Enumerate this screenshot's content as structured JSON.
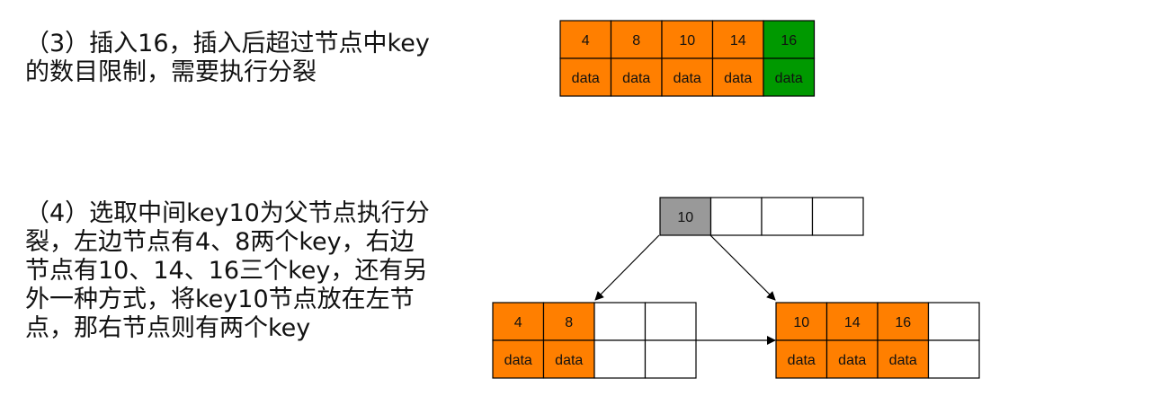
{
  "step3": {
    "text": "（3）插入16，插入后超过节点中key\n的数目限制，需要执行分裂"
  },
  "step4": {
    "text": "（4）选取中间key10为父节点执行分\n裂，左边节点有4、8两个key，右边\n节点有10、14、16三个key，还有另\n外一种方式，将key10节点放在左节\n点，那右节点则有两个key"
  },
  "colors": {
    "orange": "#FF7F00",
    "green": "#009900",
    "gray": "#999999",
    "border": "#000000",
    "empty": "#FFFFFF"
  },
  "overflow_node": {
    "keys": [
      "4",
      "8",
      "10",
      "14",
      "16"
    ],
    "data": [
      "data",
      "data",
      "data",
      "data",
      "data"
    ],
    "highlight_index": 4
  },
  "parent_node": {
    "keys": [
      "10",
      "",
      "",
      ""
    ]
  },
  "left_child": {
    "keys": [
      "4",
      "8",
      "",
      ""
    ],
    "data": [
      "data",
      "data",
      "",
      ""
    ]
  },
  "right_child": {
    "keys": [
      "10",
      "14",
      "16",
      ""
    ],
    "data": [
      "data",
      "data",
      "data",
      ""
    ]
  }
}
